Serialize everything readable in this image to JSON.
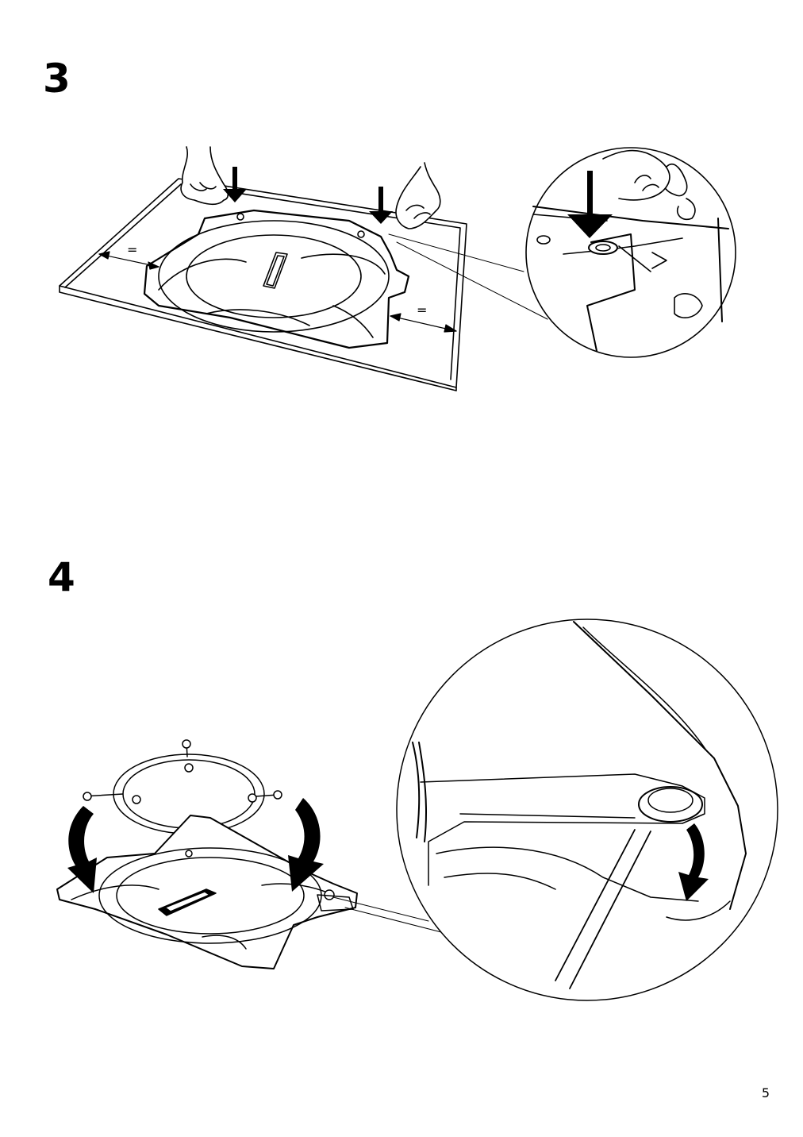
{
  "steps": [
    {
      "number": "3",
      "marks": [
        "=",
        "="
      ]
    },
    {
      "number": "4"
    }
  ],
  "page_number": "5",
  "icons": [
    "hand-icon",
    "down-arrow-icon",
    "curved-arrow-icon",
    "distance-arrow-icon"
  ]
}
